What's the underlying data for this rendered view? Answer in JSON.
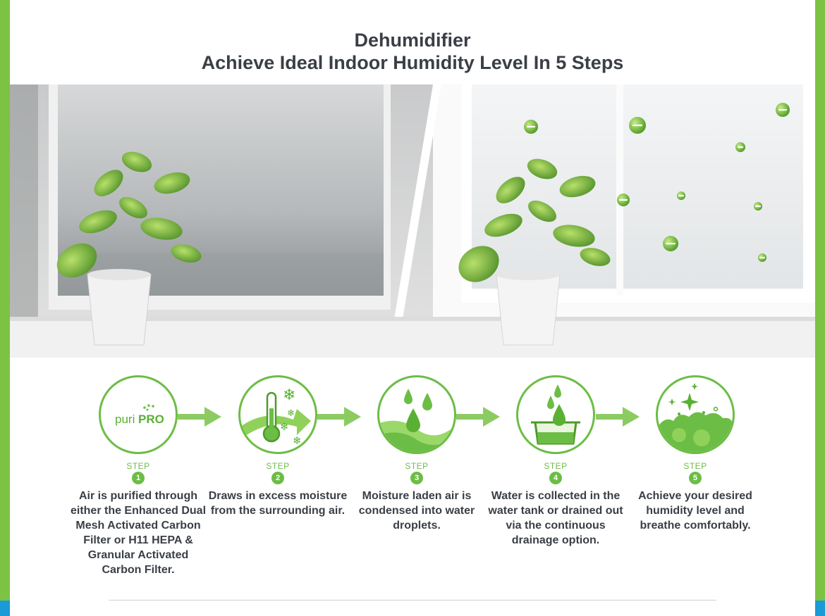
{
  "header": {
    "title_line1": "Dehumidifier",
    "title_line2": "Achieve Ideal Indoor Humidity Level In 5 Steps"
  },
  "colors": {
    "brand_green": "#6cbd45",
    "side_bar_green": "#7cc243",
    "accent_blue": "#1a9ad6",
    "text_dark": "#3a3f46"
  },
  "hero_image": {
    "left_panel": "foggy-window-plant",
    "right_panel": "clear-window-plant"
  },
  "steps": [
    {
      "label": "STEP",
      "number": "1",
      "icon": "puripro-logo-icon",
      "logo_text_a": "puri",
      "logo_text_b": "PRO",
      "description": "Air is purified through either the Enhanced Dual Mesh Activated Carbon Filter or H11 HEPA & Granular Activated Carbon Filter."
    },
    {
      "label": "STEP",
      "number": "2",
      "icon": "thermometer-snowflake-icon",
      "description": "Draws in excess moisture from the surrounding air."
    },
    {
      "label": "STEP",
      "number": "3",
      "icon": "water-droplets-icon",
      "description": "Moisture laden air is condensed into water droplets."
    },
    {
      "label": "STEP",
      "number": "4",
      "icon": "water-tank-icon",
      "description": "Water is collected in the water tank or drained out via the continuous drainage option."
    },
    {
      "label": "STEP",
      "number": "5",
      "icon": "sparkle-clean-air-icon",
      "description": "Achieve your desired humidity level and breathe comfortably."
    }
  ]
}
